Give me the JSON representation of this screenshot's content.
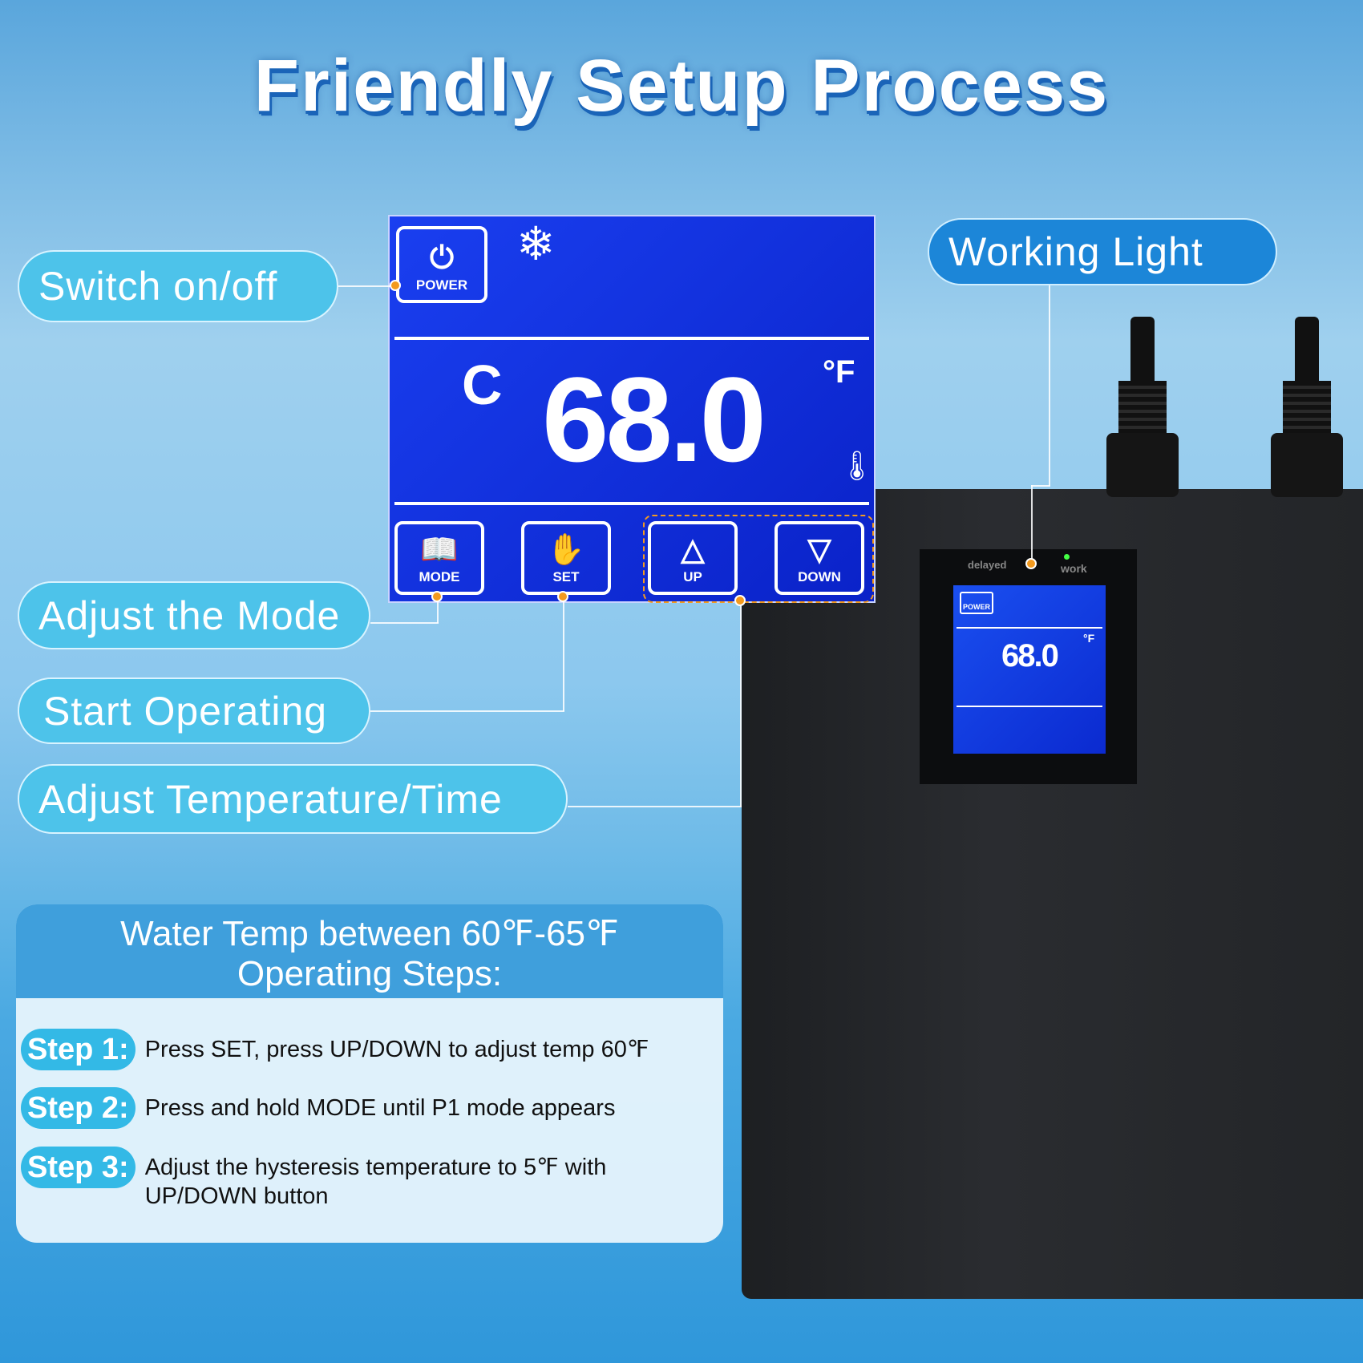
{
  "title": "Friendly Setup Process",
  "labels": {
    "switch": "Switch on/off",
    "working_light": "Working Light",
    "mode": "Adjust the Mode",
    "start": "Start Operating",
    "adjust": "Adjust Temperature/Time"
  },
  "lcd": {
    "power": "POWER",
    "temp": "68.0",
    "unit": "°F",
    "mode_symbol": "C",
    "buttons": {
      "mode": "MODE",
      "set": "SET",
      "up": "UP",
      "down": "DOWN"
    }
  },
  "device": {
    "delayed": "delayed",
    "work": "work",
    "temp": "68.0",
    "unit": "°F"
  },
  "steps": {
    "heading1": "Water Temp between 60℉-65℉",
    "heading2": "Operating Steps:",
    "items": [
      {
        "label": "Step 1:",
        "text": "Press SET, press UP/DOWN to adjust temp 60℉"
      },
      {
        "label": "Step 2:",
        "text": "Press and hold MODE until P1 mode appears"
      },
      {
        "label": "Step 3:",
        "text": "Adjust the hysteresis temperature to 5℉ with UP/DOWN button"
      }
    ]
  },
  "colors": {
    "accent": "#4dc3ea",
    "lcd_blue": "#1a3ff0",
    "dot": "#f39a1f",
    "device": "#232528"
  }
}
